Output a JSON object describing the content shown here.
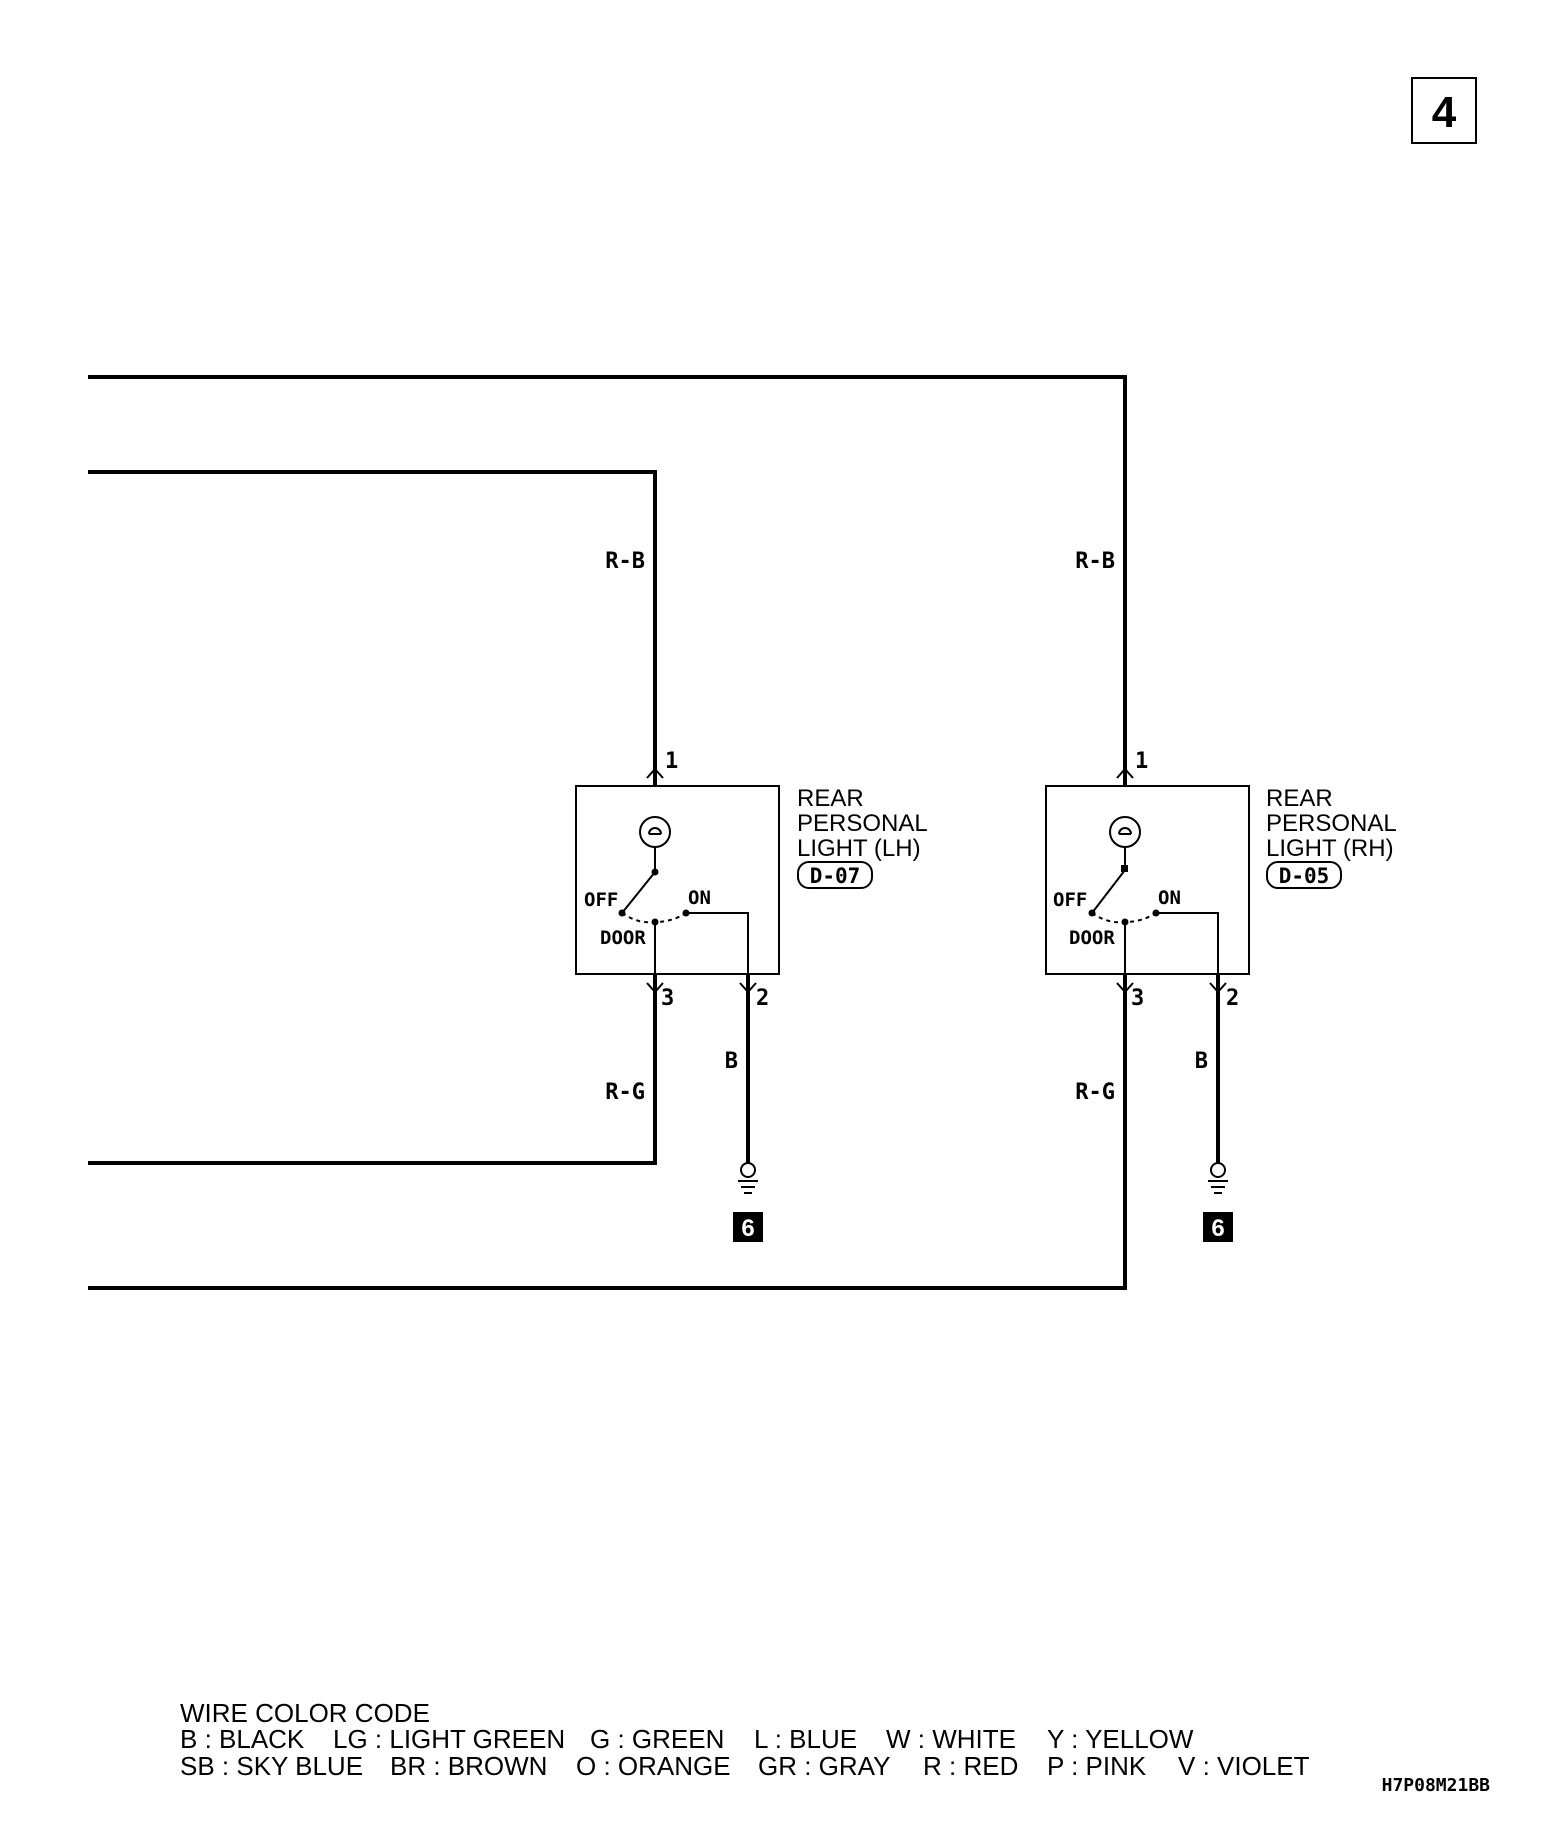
{
  "page_number": "4",
  "left_light": {
    "name_line1": "REAR",
    "name_line2": "PERSONAL",
    "name_line3": "LIGHT (LH)",
    "connector": "D-07",
    "pin_1": "1",
    "pin_2": "2",
    "pin_3": "3",
    "switch_off": "OFF",
    "switch_on": "ON",
    "switch_door": "DOOR",
    "wire_top": "R-B",
    "wire_bottom": "R-G",
    "wire_ground": "B",
    "ground_id": "6"
  },
  "right_light": {
    "name_line1": "REAR",
    "name_line2": "PERSONAL",
    "name_line3": "LIGHT (RH)",
    "connector": "D-05",
    "pin_1": "1",
    "pin_2": "2",
    "pin_3": "3",
    "switch_off": "OFF",
    "switch_on": "ON",
    "switch_door": "DOOR",
    "wire_top": "R-B",
    "wire_bottom": "R-G",
    "wire_ground": "B",
    "ground_id": "6"
  },
  "legend": {
    "title": "WIRE COLOR CODE",
    "row1": [
      "B : BLACK",
      "LG : LIGHT GREEN",
      "G : GREEN",
      "L : BLUE",
      "W : WHITE",
      "Y : YELLOW"
    ],
    "row2": [
      "SB : SKY BLUE",
      "BR : BROWN",
      "O : ORANGE",
      "GR : GRAY",
      "R : RED",
      "P : PINK",
      "V : VIOLET"
    ]
  },
  "figure_code": "H7P08M21BB"
}
